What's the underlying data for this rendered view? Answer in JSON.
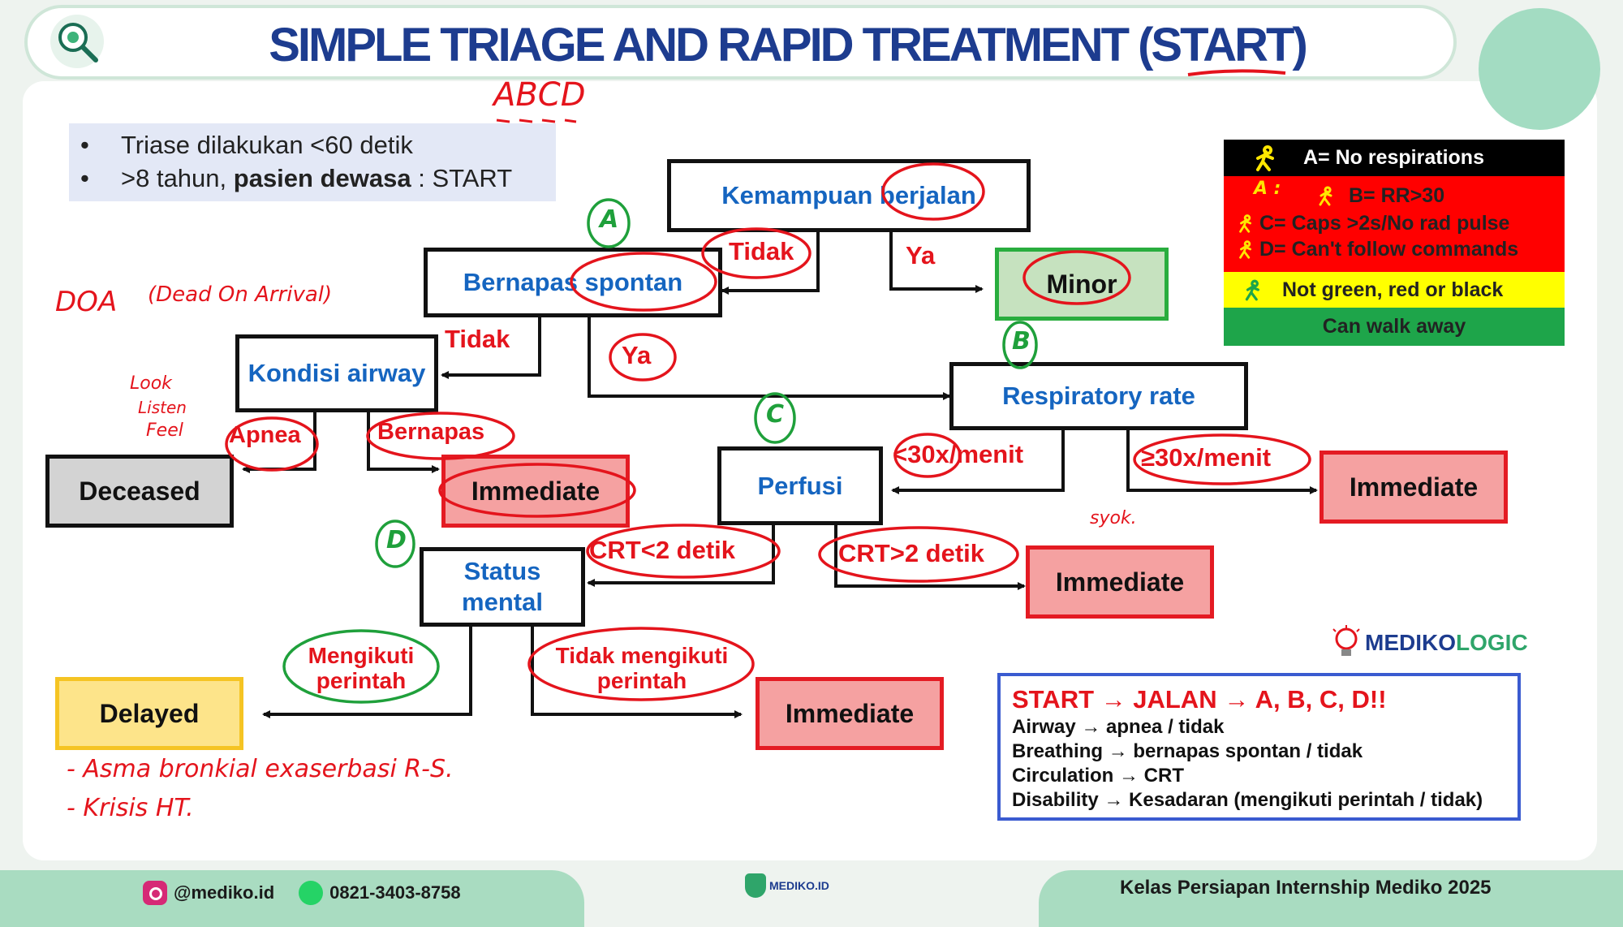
{
  "header": {
    "title": "SIMPLE TRIAGE AND RAPID TREATMENT (START)"
  },
  "intro": {
    "bullets": [
      "Triase dilakukan <60 detik",
      ">8 tahun, pasien dewasa : START"
    ],
    "bullet2_parts": {
      "prefix": ">8 tahun, ",
      "bold": "pasien dewasa",
      "suffix": " : START"
    }
  },
  "nodes": {
    "walk": "Kemampuan berjalan",
    "breath": "Bernapas spontan",
    "airway": "Kondisi airway",
    "rr": "Respiratory rate",
    "perfusion": "Perfusi",
    "mental": "Status mental"
  },
  "outcomes": {
    "minor": "Minor",
    "deceased": "Deceased",
    "immediate": "Immediate",
    "delayed": "Delayed"
  },
  "edges": {
    "walk_no": "Tidak",
    "walk_yes": "Ya",
    "breath_no": "Tidak",
    "breath_yes": "Ya",
    "airway_apnea": "Apnea",
    "airway_breathing": "Bernapas",
    "rr_low": "<30x/menit",
    "rr_high": "≥30x/menit",
    "crt_low": "CRT<2 detik",
    "crt_high": "CRT>2 detik",
    "follows": "Mengikuti perintah",
    "not_follows": "Tidak mengikuti perintah"
  },
  "legend": {
    "rows": [
      {
        "text": "A= No respirations",
        "bg": "#000000",
        "fg": "#ffffff"
      },
      {
        "text": "B= RR>30",
        "bg": "#ff0000",
        "fg": "#222222"
      },
      {
        "text": "C= Caps >2s/No rad pulse",
        "bg": "#ff0000",
        "fg": "#222222"
      },
      {
        "text": "D= Can't follow commands",
        "bg": "#ff0000",
        "fg": "#222222"
      },
      {
        "text": "Not green, red or black",
        "bg": "#ffff00",
        "fg": "#222222"
      },
      {
        "text": "Can walk away",
        "bg": "#1ea54a",
        "fg": "#222222"
      }
    ],
    "icon": "walking-person-icon"
  },
  "summary": {
    "heading": "START → JALAN → A, B, C, D!!",
    "lines": [
      "Airway → apnea / tidak",
      "Breathing → bernapas spontan / tidak",
      "Circulation → CRT",
      "Disability → Kesadaran (mengikuti perintah / tidak)"
    ]
  },
  "annotations": {
    "abcd": "ABCD",
    "doa": "DOA",
    "doa_full": "(Dead On Arrival)",
    "look": "Look",
    "listen": "Listen",
    "feel": "Feel",
    "syok": "syok.",
    "asma": "- Asma bronkial exaserbasi R-S.",
    "krisis": "- Krisis HT.",
    "circle_a": "A",
    "circle_b": "B",
    "circle_c": "C",
    "circle_d": "D",
    "legend_a": "A :"
  },
  "brand": {
    "name": "MEDIKOLOGIC",
    "name_part1": "MEDIKO",
    "name_part2": "LOGIC"
  },
  "footer": {
    "instagram": "@mediko.id",
    "phone": "0821-3403-8758",
    "center_logo": "MEDIKO.ID",
    "course": "Kelas Persiapan Internship Mediko 2025"
  },
  "colors": {
    "title": "#1d3c8f",
    "node_text": "#1565c0",
    "edge_label": "#e4141c",
    "immediate_bg": "#f5a1a1",
    "minor_bg": "#c6e2bf",
    "delayed_bg": "#fde48a",
    "deceased_bg": "#d3d3d3",
    "footer": "#a9dcc1"
  }
}
